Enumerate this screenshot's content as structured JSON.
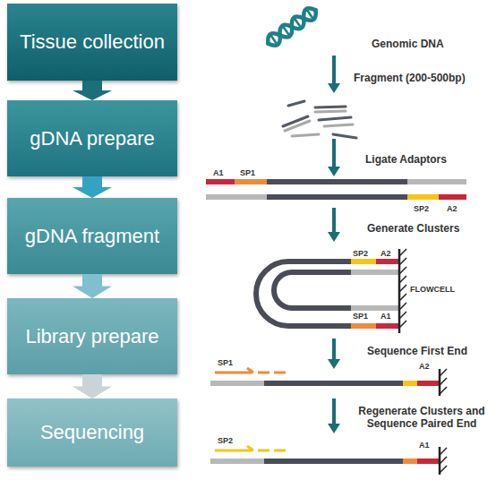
{
  "diagram": {
    "nodes": [
      {
        "text": [
          "Tissue collection"
        ]
      },
      {
        "text": [
          "gDNA prepare"
        ]
      },
      {
        "text": [
          "gDNA fragment"
        ]
      },
      {
        "text": [
          "Library prepare"
        ]
      },
      {
        "text": [
          "Sequencing"
        ]
      }
    ],
    "edges": [
      {
        "from": 0,
        "to": 1,
        "arrow": "to"
      },
      {
        "from": 1,
        "to": 2,
        "arrow": "to"
      },
      {
        "from": 2,
        "to": 3,
        "arrow": "to"
      },
      {
        "from": 3,
        "to": 4,
        "arrow": "to"
      }
    ],
    "labels": [
      "Genomic DNA",
      "Fragment (200-500bp)",
      "Ligate Adaptors",
      "A1",
      "SP1",
      "SP2",
      "A2",
      "Generate Clusters",
      "SP2",
      "A2",
      "FLOWCELL",
      "SP1",
      "A1",
      "Sequence First End",
      "SP1",
      "A2",
      "Regenerate Clusters and Sequence Paired End",
      "SP2",
      "A1"
    ]
  }
}
